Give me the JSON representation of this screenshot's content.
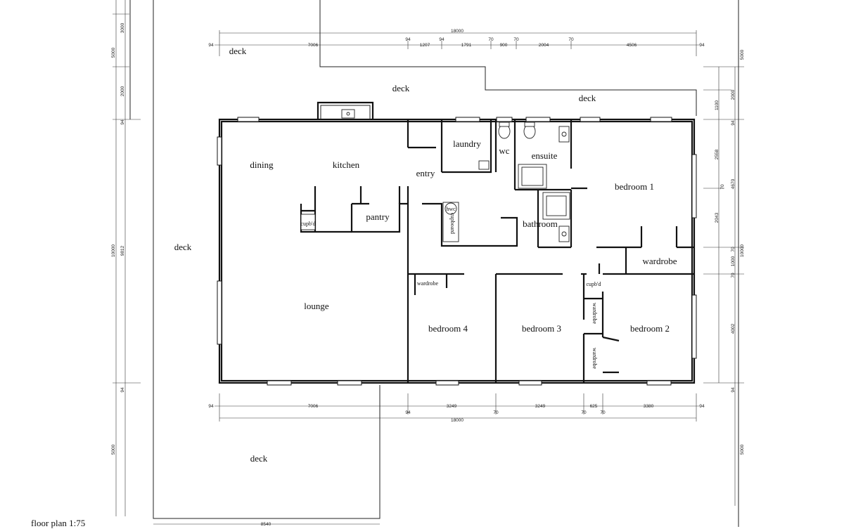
{
  "plan": {
    "caption": "floor plan 1:75",
    "rooms": {
      "dining": "dining",
      "kitchen": "kitchen",
      "lounge": "lounge",
      "pantry": "pantry",
      "cupbd_kitchen": "cupb'd",
      "entry": "entry",
      "laundry": "laundry",
      "wc": "wc",
      "ensuite": "ensuite",
      "bedroom1": "bedroom 1",
      "bathroom": "bathroom",
      "cupboard": "cupboard",
      "hwc": "hwc",
      "wardrobe_main": "wardrobe",
      "wardrobe_b4": "wardrobe",
      "bedroom4": "bedroom 4",
      "bedroom3": "bedroom 3",
      "bedroom2": "bedroom 2",
      "cupbd_b3": "cupb'd",
      "wardrobe_b3": "wardrobe",
      "wardrobe_b2": "wardrobe"
    },
    "decks": {
      "top_left": "deck",
      "top_center": "deck",
      "top_right": "deck",
      "left": "deck",
      "bottom": "deck"
    },
    "dims_top": {
      "overall": "18000",
      "d94a": "94",
      "d7006": "7006",
      "d94b": "94",
      "d1207": "1207",
      "d94c": "94",
      "d1791": "1791",
      "d70a": "70",
      "d900": "900",
      "d70b": "70",
      "d2004": "2004",
      "d70c": "70",
      "d4506": "4506",
      "d94d": "94"
    },
    "dims_bottom": {
      "overall": "18000",
      "d94a": "94",
      "d7006": "7006",
      "d94b": "94",
      "d3249a": "3249",
      "d70a": "70",
      "d3249b": "3249",
      "d70b": "70",
      "d625": "625",
      "d70c": "70",
      "d3380": "3380",
      "d94c": "94",
      "d8540": "8540"
    },
    "dims_left": {
      "d3000": "3000",
      "d5000a": "5000",
      "d2000": "2000",
      "d94a": "94",
      "d10000": "10000",
      "d9812": "9812",
      "d94b": "94",
      "d5000b": "5000"
    },
    "dims_right": {
      "d5000a": "5000",
      "d2000": "2000",
      "d1100": "1100",
      "d94a": "94",
      "d2558": "2558",
      "d70a": "70",
      "d4670": "4670",
      "d2043": "2043",
      "d10000": "10000",
      "d70b": "70",
      "d1000": "1000",
      "d70c": "70",
      "d4002": "4002",
      "d94b": "94",
      "d5000b": "5000"
    }
  }
}
